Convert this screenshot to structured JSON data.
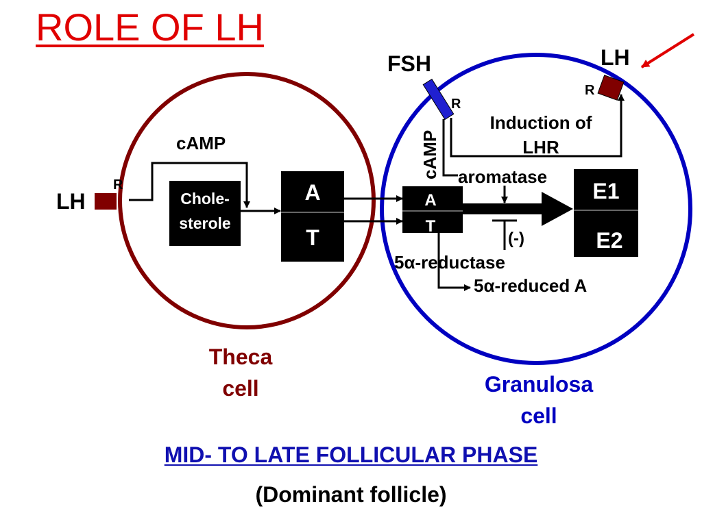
{
  "title": "ROLE OF LH",
  "colors": {
    "title": "#e00000",
    "theca": "#800000",
    "granulosa": "#0000c0",
    "receptor": "#800000",
    "fsh_receptor": "#2020d0",
    "box": "#000000",
    "phase": "#1010b0"
  },
  "theca": {
    "name_line1": "Theca",
    "name_line2": "cell",
    "lh_label": "LH",
    "receptor_label": "R",
    "camp_label": "cAMP",
    "cholesterol_line1": "Chole-",
    "cholesterol_line2": "sterole",
    "box_a": "A",
    "box_t": "T"
  },
  "granulosa": {
    "name_line1": "Granulosa",
    "name_line2": "cell",
    "fsh_label": "FSH",
    "fsh_receptor_label": "R",
    "lh_label": "LH",
    "lh_receptor_label": "R",
    "camp_label": "cAMP",
    "induction_line1": "Induction of",
    "induction_line2": "LHR",
    "aromatase_label": "aromatase",
    "box_a": "A",
    "box_t": "T",
    "inhibition_label": "(-)",
    "reductase_label": "5α-reductase",
    "reduced_label": "5α-reduced A",
    "box_e1": "E1",
    "box_e2": "E2"
  },
  "footer": {
    "phase": "MID- TO LATE FOLLICULAR PHASE",
    "follicle": "(Dominant follicle)"
  }
}
